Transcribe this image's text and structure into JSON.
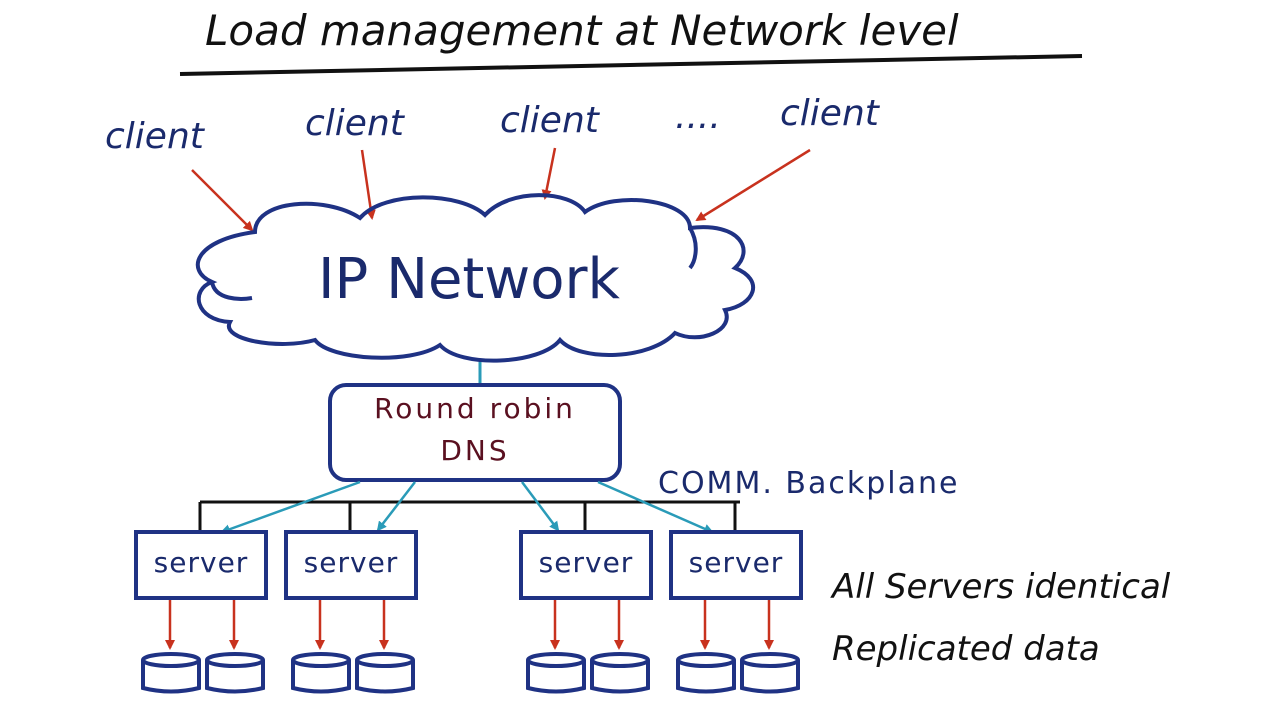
{
  "title": "Load management at Network level",
  "clients": [
    "client",
    "client",
    "client",
    "client"
  ],
  "ellipsis": "....",
  "network": {
    "label": "IP Network"
  },
  "dns": {
    "line1": "Round robin",
    "line2": "DNS"
  },
  "backplane": {
    "label": "COMM. Backplane"
  },
  "servers": [
    {
      "label": "server"
    },
    {
      "label": "server"
    },
    {
      "label": "server"
    },
    {
      "label": "server"
    }
  ],
  "notes": {
    "identical": "All Servers identical",
    "replicated": "Replicated data"
  },
  "colors": {
    "ink_blue": "#1f3284",
    "arrow_red": "#c8321e",
    "arrow_teal": "#2a9bb8",
    "dns_text": "#5a1020"
  }
}
